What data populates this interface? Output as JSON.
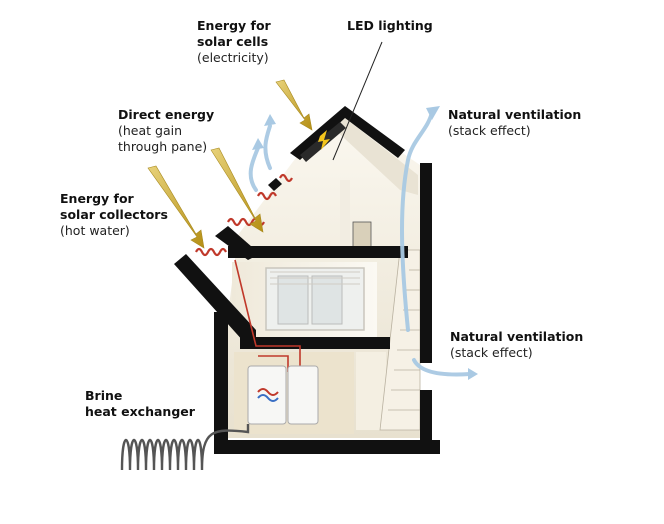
{
  "labels": {
    "solar_cells": {
      "title_lines": [
        "Energy for",
        "solar cells"
      ],
      "sub_lines": [
        "(electricity)"
      ]
    },
    "led": {
      "title_lines": [
        "LED lighting"
      ],
      "sub_lines": []
    },
    "direct": {
      "title_lines": [
        "Direct energy"
      ],
      "sub_lines": [
        "(heat gain",
        "through pane)"
      ]
    },
    "vent_top": {
      "title_lines": [
        "Natural ventilation"
      ],
      "sub_lines": [
        "(stack effect)"
      ]
    },
    "collectors": {
      "title_lines": [
        "Energy for",
        "solar collectors"
      ],
      "sub_lines": [
        "(hot water)"
      ]
    },
    "vent_mid": {
      "title_lines": [
        "Natural ventilation"
      ],
      "sub_lines": [
        "(stack effect)"
      ]
    },
    "brine": {
      "title_lines": [
        "Brine",
        "heat exchanger"
      ],
      "sub_lines": []
    }
  },
  "icons": [
    "sun-ray-arrow-icon",
    "air-flow-arrow-icon",
    "lightning-icon",
    "heating-coil-icon",
    "heat-exchanger-icon"
  ],
  "colors": {
    "wall": "#111111",
    "interior": "#f3efe4",
    "sun_ray": "#c9a62a",
    "air_flow": "#9fc2de",
    "pipe": "#c0392b"
  }
}
